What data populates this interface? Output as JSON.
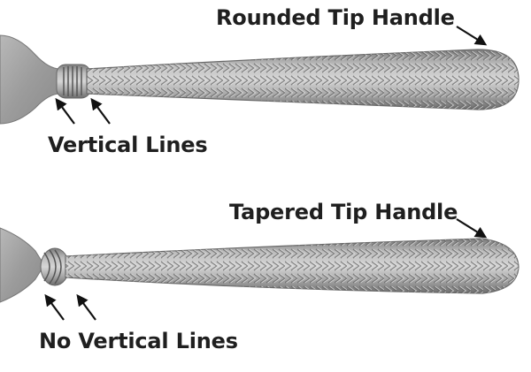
{
  "labels": {
    "rounded_tip": "Rounded Tip Handle",
    "vertical_lines": "Vertical Lines",
    "tapered_tip": "Tapered Tip Handle",
    "no_vertical_lines": "No Vertical Lines"
  },
  "colors": {
    "background": "#ffffff",
    "metal_light": "#c9c9c9",
    "metal_mid": "#9a9a9a",
    "metal_dark": "#6a6a6a",
    "text": "#1f1f1f"
  },
  "subjects": [
    "fork-handle",
    "fork-handle"
  ]
}
